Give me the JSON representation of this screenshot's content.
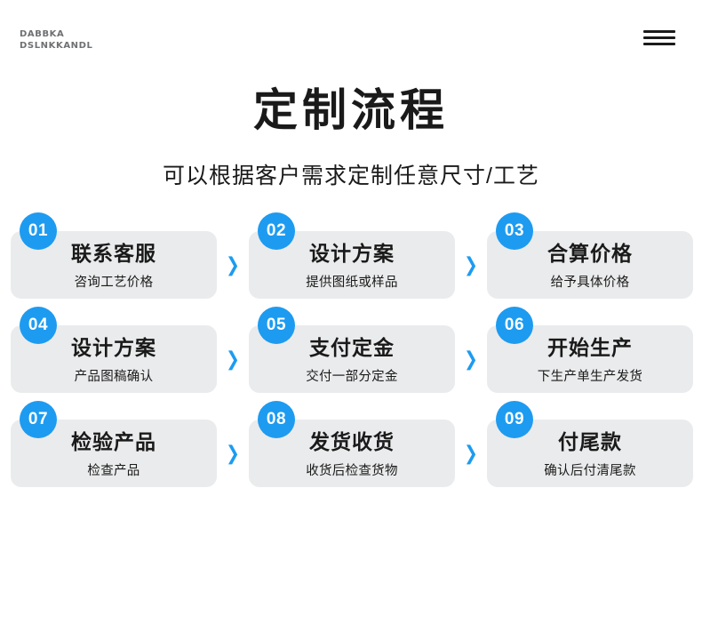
{
  "header": {
    "logo_line1": "DABBKA",
    "logo_line2": "DSLNKKANDL",
    "menu_icon": "hamburger-menu-icon"
  },
  "hero": {
    "title": "定制流程",
    "subtitle": "可以根据客户需求定制任意尺寸/工艺"
  },
  "arrow_glyph": "❯",
  "colors": {
    "accent": "#1d9bf0",
    "card_bg": "#eaebec",
    "text": "#1a1a1a",
    "logo": "#6f7072"
  },
  "steps": [
    [
      {
        "number": "01",
        "title": "联系客服",
        "desc": "咨询工艺价格"
      },
      {
        "number": "02",
        "title": "设计方案",
        "desc": "提供图纸或样品"
      },
      {
        "number": "03",
        "title": "合算价格",
        "desc": "给予具体价格"
      }
    ],
    [
      {
        "number": "04",
        "title": "设计方案",
        "desc": "产品图稿确认"
      },
      {
        "number": "05",
        "title": "支付定金",
        "desc": "交付一部分定金"
      },
      {
        "number": "06",
        "title": "开始生产",
        "desc": "下生产单生产发货"
      }
    ],
    [
      {
        "number": "07",
        "title": "检验产品",
        "desc": "检查产品"
      },
      {
        "number": "08",
        "title": "发货收货",
        "desc": "收货后检查货物"
      },
      {
        "number": "09",
        "title": "付尾款",
        "desc": "确认后付清尾款"
      }
    ]
  ]
}
